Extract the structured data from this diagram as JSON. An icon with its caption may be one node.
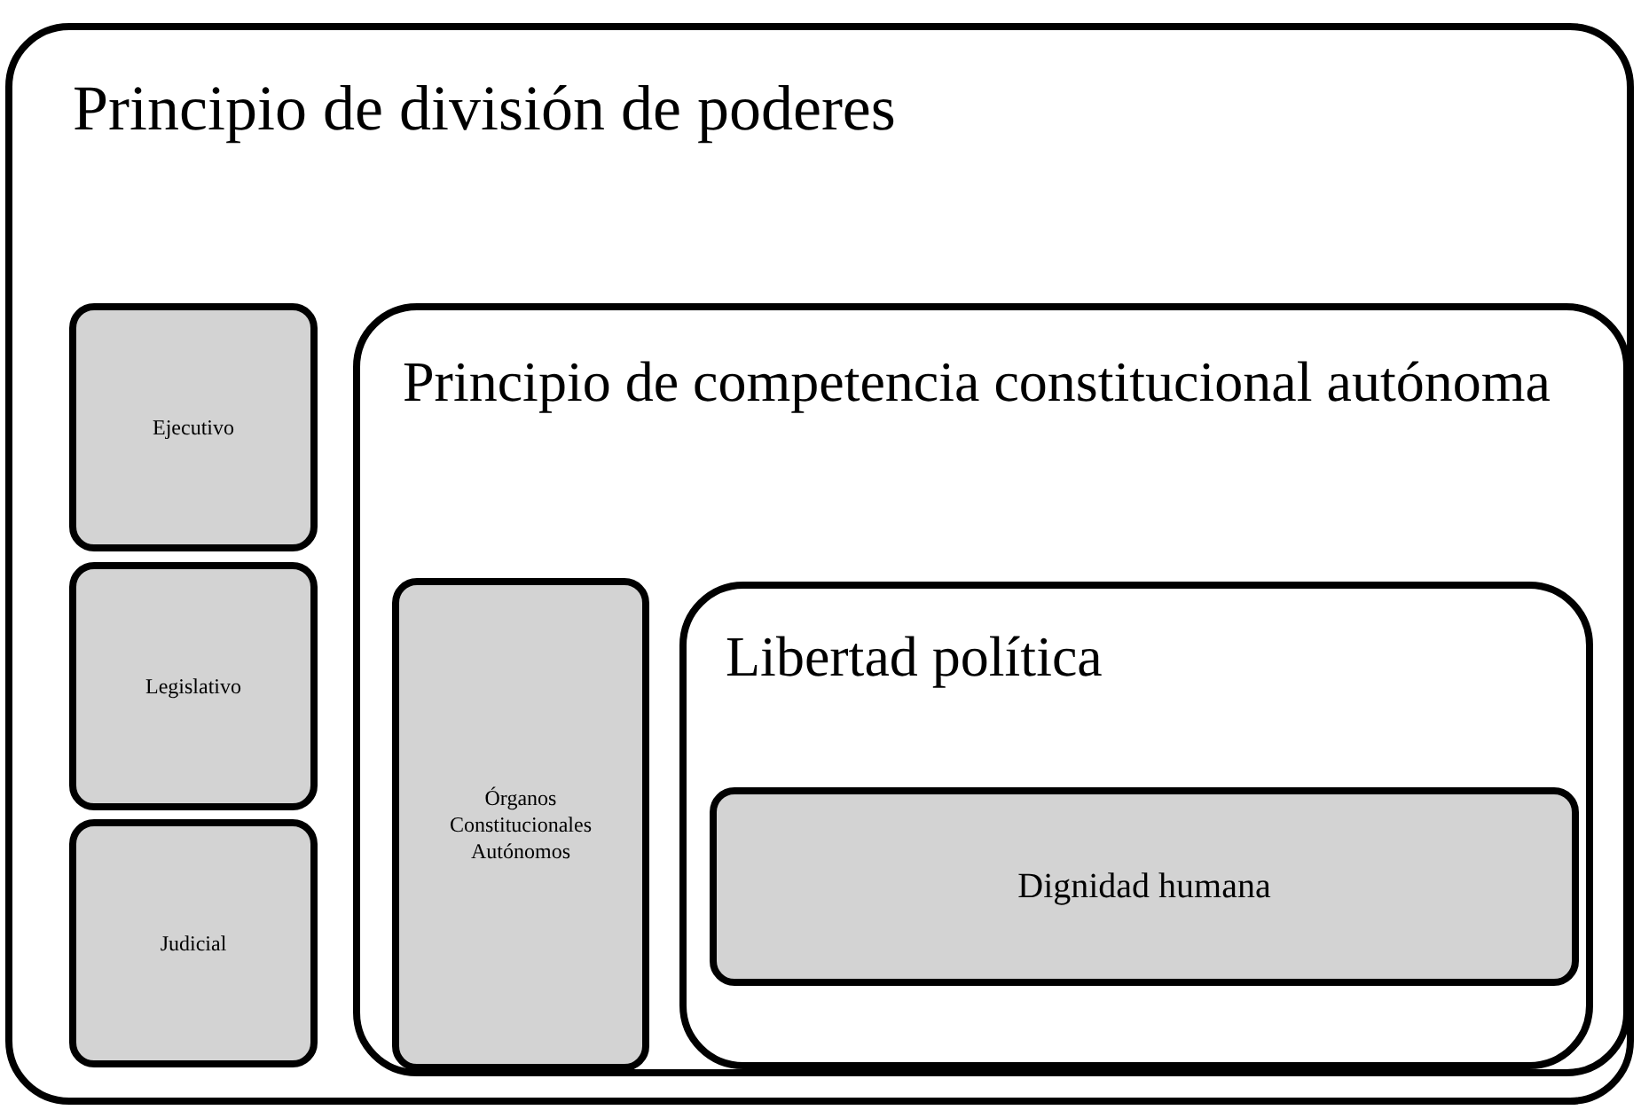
{
  "diagram": {
    "nodes": [
      {
        "text": [
          "Principio de división de poderes"
        ]
      },
      {
        "text": [
          "Ejecutivo"
        ],
        "in": 0
      },
      {
        "text": [
          "Legislativo"
        ],
        "in": 0
      },
      {
        "text": [
          "Judicial"
        ],
        "in": 0
      },
      {
        "text": [
          "Principio de competencia constitucional autónoma"
        ],
        "in": 0
      },
      {
        "text": [
          "Órganos Constitucionales Autónomos"
        ],
        "in": 4
      },
      {
        "text": [
          "Libertad política"
        ],
        "in": 4
      },
      {
        "text": [
          "Dignidad humana"
        ],
        "in": 6
      }
    ]
  }
}
